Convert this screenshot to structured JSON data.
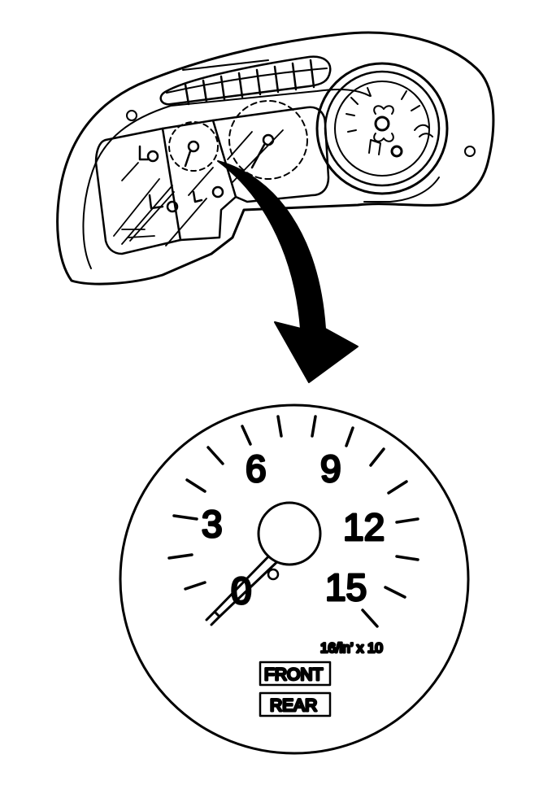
{
  "gauge": {
    "scale_labels": [
      "0",
      "3",
      "6",
      "9",
      "12",
      "15"
    ],
    "unit": "16/in’ x 10",
    "buttons": {
      "front": "FRONT",
      "rear": "REAR"
    }
  },
  "colors": {
    "ink": "#000000",
    "paper": "#ffffff"
  }
}
